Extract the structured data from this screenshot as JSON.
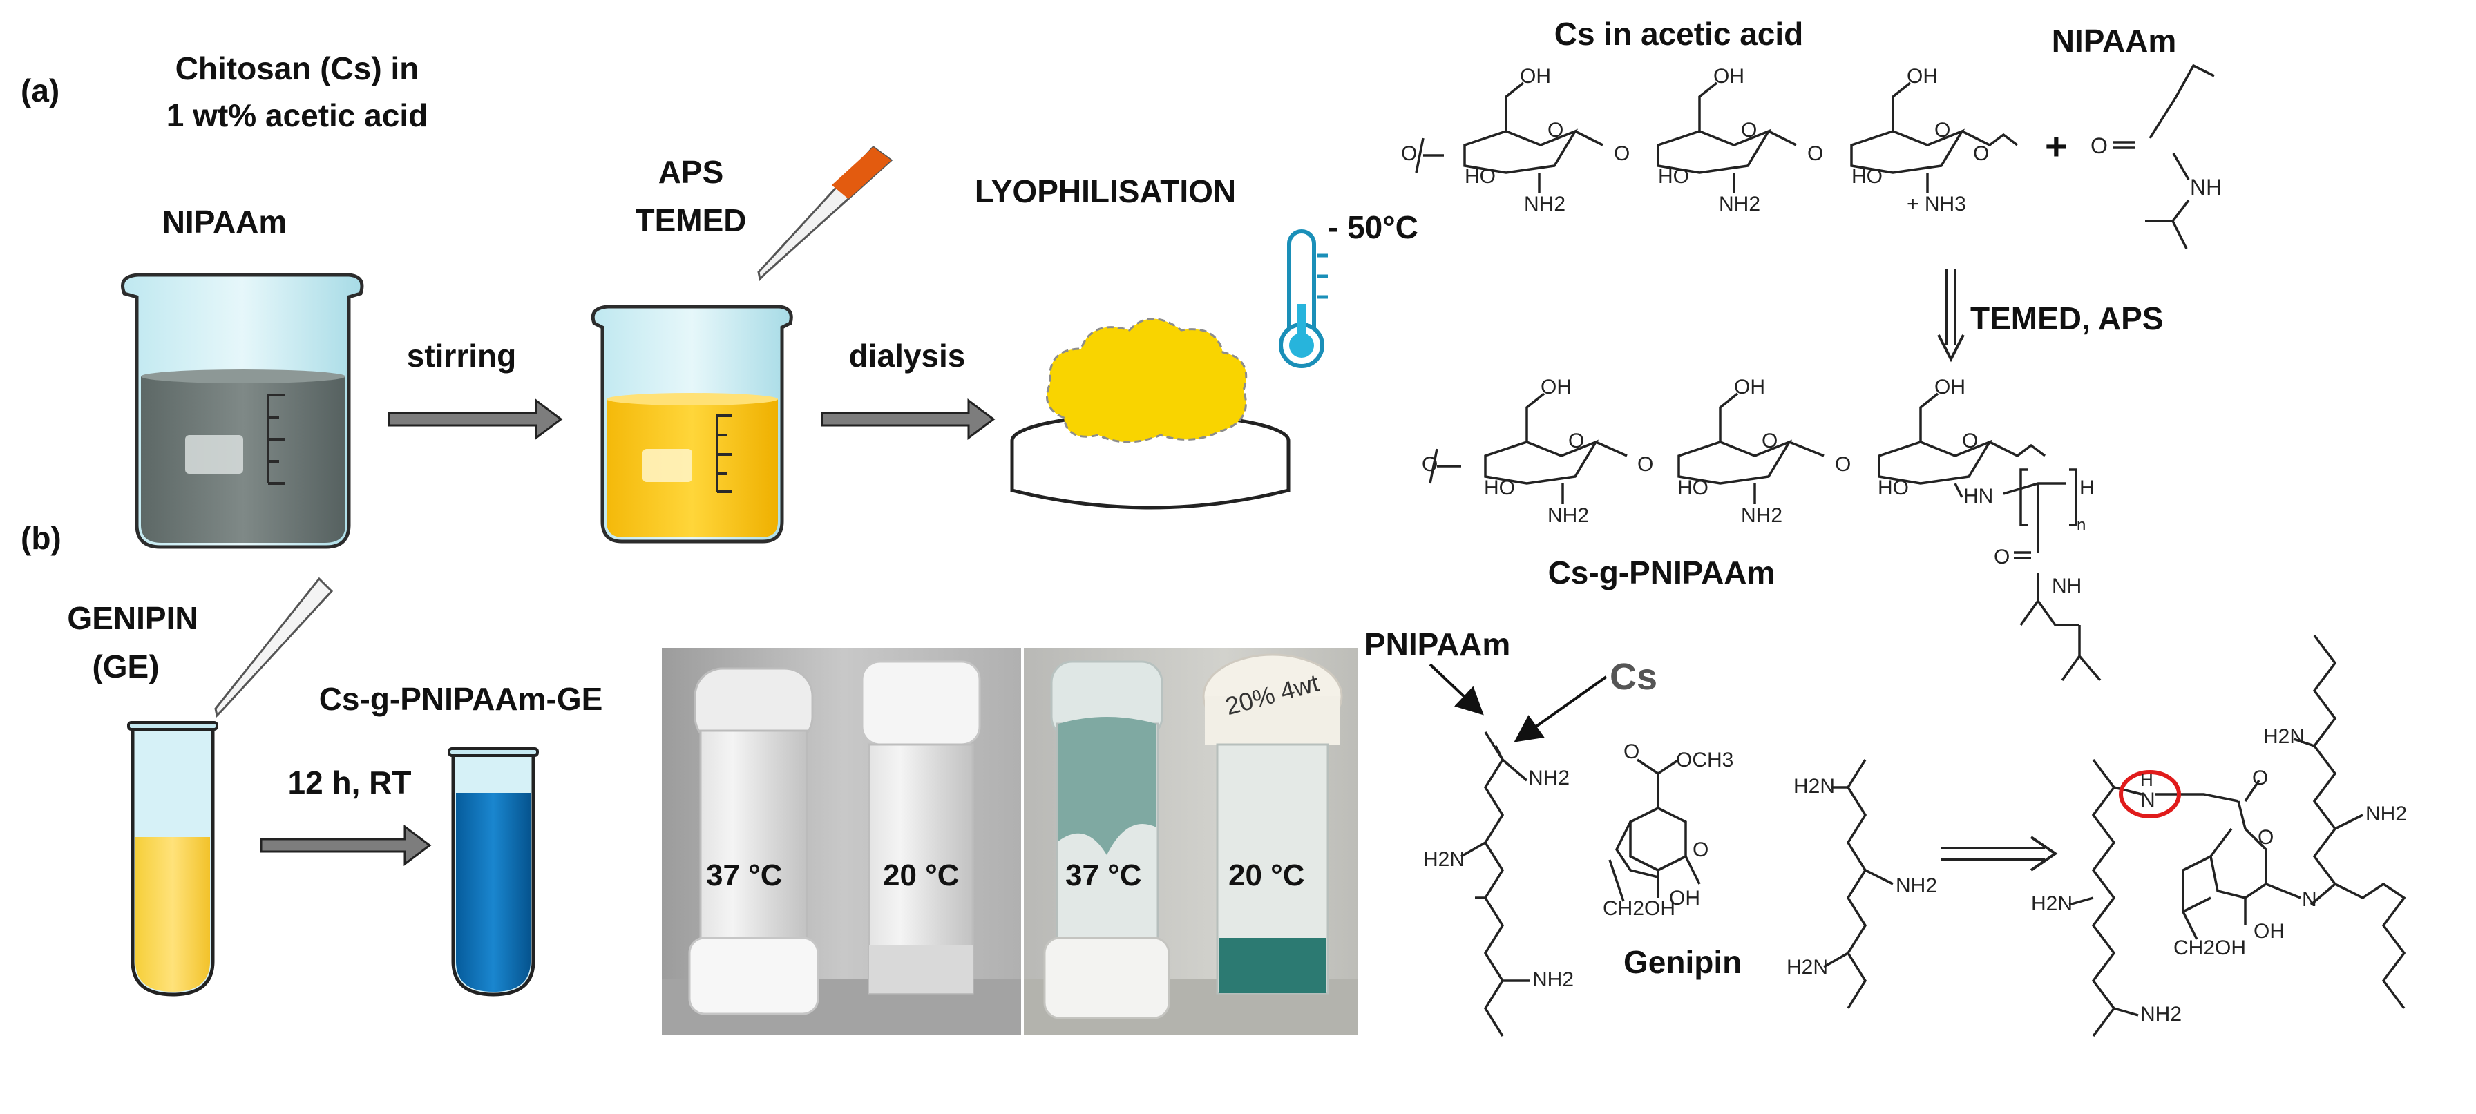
{
  "panels": {
    "a": "(a)",
    "b": "(b)"
  },
  "step_a": {
    "start_label_line1": "Chitosan (Cs) in",
    "start_label_line2": "1 wt% acetic acid",
    "monomer": "NIPAAm",
    "initiator_line1": "APS",
    "initiator_line2": "TEMED",
    "arrow1": "stirring",
    "arrow2": "dialysis",
    "lyo": "LYOPHILISATION",
    "temp": "- 50°C"
  },
  "reaction": {
    "reactant1": "Cs in acetic acid",
    "reactant2": "NIPAAm",
    "plus": "+",
    "conditions": "TEMED, APS",
    "product": "Cs-g-PNIPAAm",
    "atoms": {
      "oh": "OH",
      "ho": "HO",
      "o": "O",
      "nh2": "NH2",
      "nh3": "+ NH3",
      "hn": "HN",
      "nh": "NH",
      "h": "H",
      "n": "n"
    }
  },
  "step_b": {
    "crosslinker_line1": "GENIPIN",
    "crosslinker_line2": "(GE)",
    "arrow": "12 h, RT",
    "product": "Cs-g-PNIPAAm-GE",
    "photo_labels": [
      "37 °C",
      "20 °C",
      "37 °C",
      "20 °C"
    ],
    "cap_text": "20% 4wt"
  },
  "crosslink": {
    "pnipaam": "PNIPAAm",
    "cs": "Cs",
    "genipin": "Genipin",
    "atoms": {
      "h2n": "H2N",
      "nh2": "NH2",
      "och3": "OCH3",
      "o": "O",
      "oh": "OH",
      "ch2oh": "CH2OH",
      "n": "N",
      "h": "H"
    }
  },
  "colors": {
    "arrow": "#7d7d7d",
    "yellow": "#f7c815",
    "blue": "#0a6fb6",
    "grey_liquid": "#6f7a77",
    "red_circle": "#e01b1b",
    "orange_tip": "#e35b0f"
  }
}
